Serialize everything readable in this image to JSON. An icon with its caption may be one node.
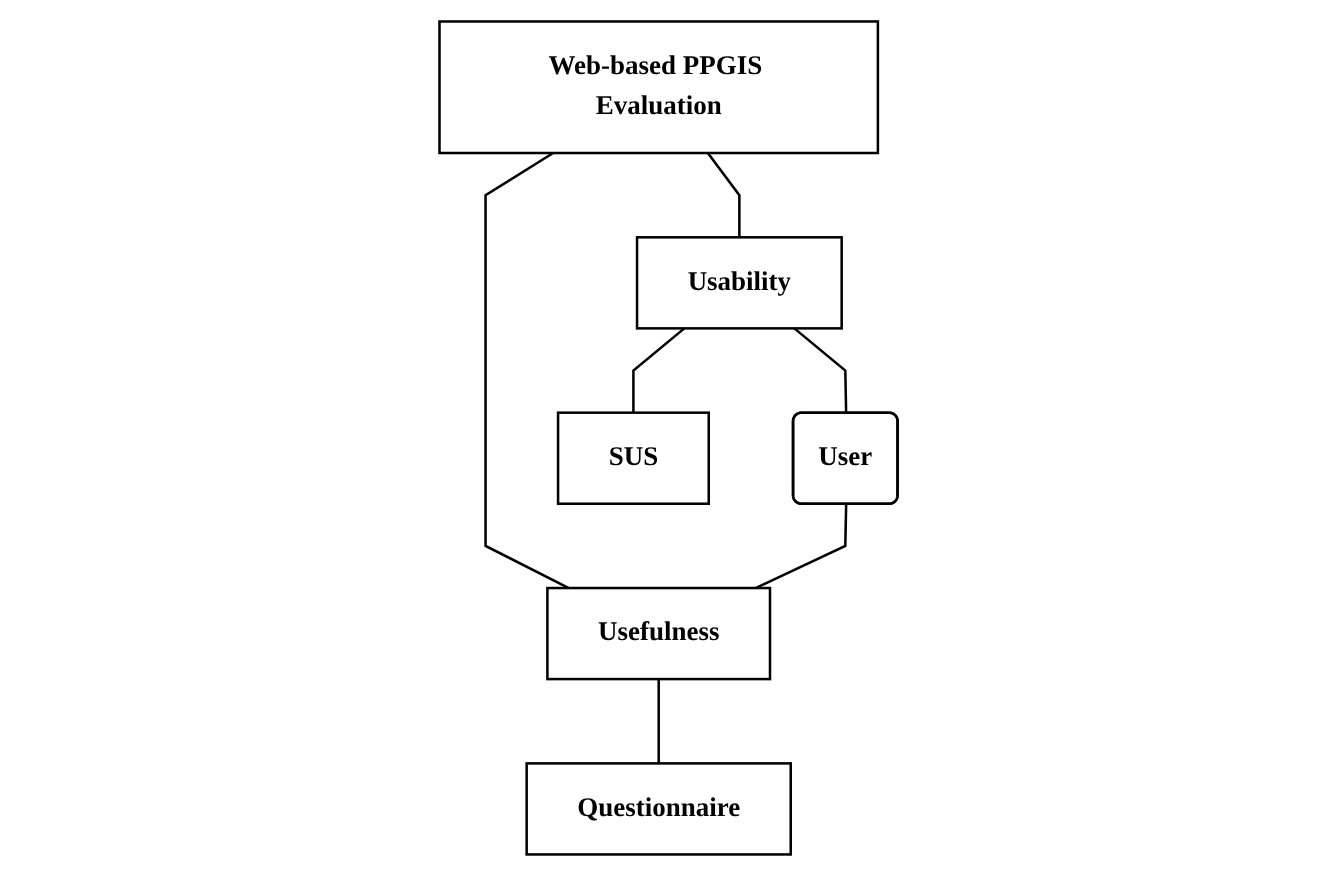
{
  "diagram": {
    "nodes": [
      {
        "text": [
          "Web-based PPGIS Evaluation"
        ]
      },
      {
        "text": [
          "Usability"
        ]
      },
      {
        "text": [
          "User"
        ]
      },
      {
        "text": [
          "Usefulness"
        ]
      },
      {
        "text": [
          "SUS"
        ]
      },
      {
        "text": [
          "Questionnaire"
        ]
      }
    ],
    "edges": [
      {
        "from": 0,
        "to": 1,
        "arrow": "none"
      },
      {
        "from": 0,
        "to": 3,
        "arrow": "none"
      },
      {
        "from": 1,
        "to": 2,
        "arrow": "none"
      },
      {
        "from": 2,
        "to": 3,
        "arrow": "none"
      },
      {
        "from": 1,
        "to": 4,
        "arrow": "none"
      },
      {
        "from": 3,
        "to": 5,
        "arrow": "none"
      }
    ]
  }
}
